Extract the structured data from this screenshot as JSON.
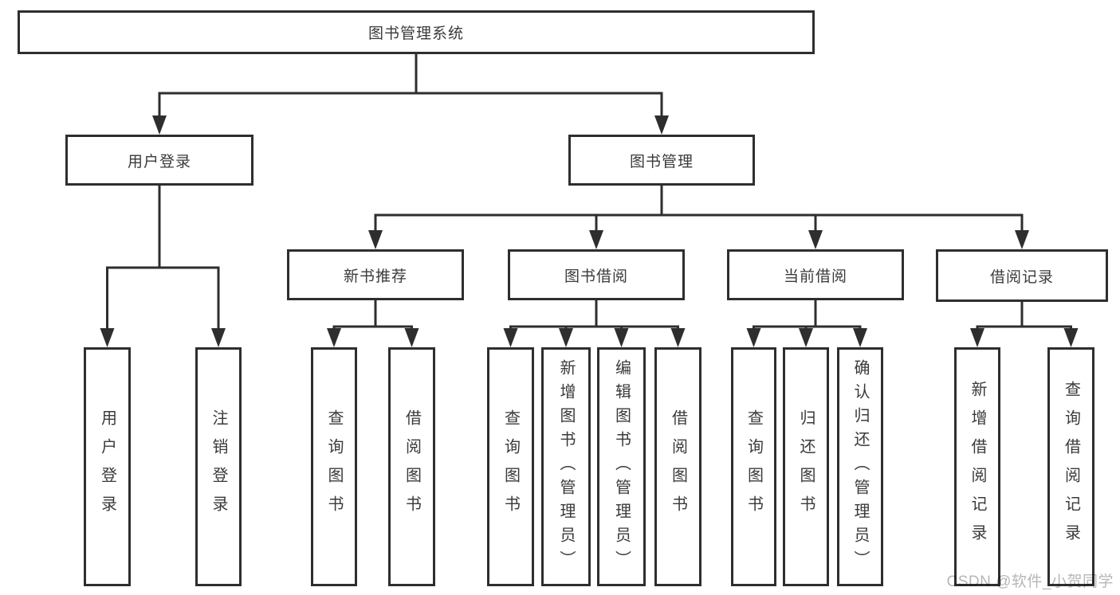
{
  "colors": {
    "line": "#2e2e2e",
    "box_border": "#2e2e2e",
    "text": "#3a3a3a",
    "background": "#ffffff",
    "watermark": "#b4b7ba"
  },
  "diagram": {
    "type": "hierarchy-tree",
    "root": {
      "label": "图书管理系统"
    },
    "level2": [
      {
        "label": "用户登录"
      },
      {
        "label": "图书管理"
      }
    ],
    "level3": [
      {
        "label": "新书推荐",
        "parent": "图书管理"
      },
      {
        "label": "图书借阅",
        "parent": "图书管理"
      },
      {
        "label": "当前借阅",
        "parent": "图书管理"
      },
      {
        "label": "借阅记录",
        "parent": "图书管理"
      }
    ],
    "leaves": [
      {
        "label": "用户登录",
        "parent": "用户登录"
      },
      {
        "label": "注销登录",
        "parent": "用户登录"
      },
      {
        "label": "查询图书",
        "parent": "新书推荐"
      },
      {
        "label": "借阅图书",
        "parent": "新书推荐"
      },
      {
        "label": "查询图书",
        "parent": "图书借阅"
      },
      {
        "label": "新增图书（管理员）",
        "parent": "图书借阅"
      },
      {
        "label": "编辑图书（管理员）",
        "parent": "图书借阅"
      },
      {
        "label": "借阅图书",
        "parent": "图书借阅"
      },
      {
        "label": "查询图书",
        "parent": "当前借阅"
      },
      {
        "label": "归还图书",
        "parent": "当前借阅"
      },
      {
        "label": "确认归还（管理员）",
        "parent": "当前借阅"
      },
      {
        "label": "新增借阅记录",
        "parent": "借阅记录"
      },
      {
        "label": "查询借阅记录",
        "parent": "借阅记录"
      }
    ]
  },
  "watermark": {
    "text": "CSDN @软件_小贺同学"
  }
}
